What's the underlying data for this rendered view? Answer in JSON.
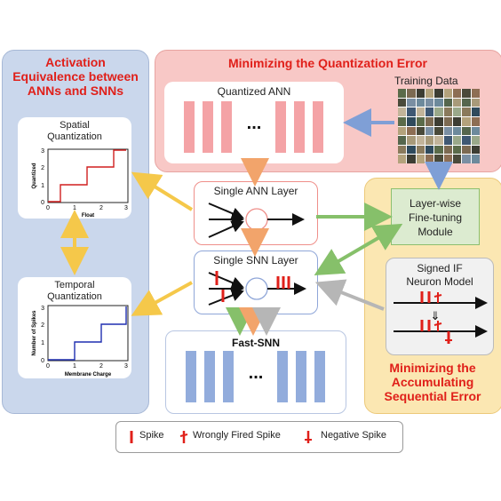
{
  "left_panel": {
    "title": "Activation Equivalence between ANNs and SNNs",
    "spatial": {
      "title_line1": "Spatial",
      "title_line2": "Quantization",
      "ylabel": "Quantized",
      "xlabel": "Float",
      "x_ticks": [
        "0",
        "1",
        "2",
        "3"
      ],
      "y_ticks": [
        "0",
        "1",
        "2",
        "3"
      ],
      "line_color": "#d01f1f"
    },
    "temporal": {
      "title_line1": "Temporal",
      "title_line2": "Quantization",
      "ylabel": "Number of Spikes",
      "xlabel": "Membrane Charge",
      "x_ticks": [
        "0",
        "1",
        "2",
        "3"
      ],
      "y_ticks": [
        "0",
        "1",
        "2",
        "3"
      ],
      "line_color": "#1f2fb0"
    }
  },
  "top_panel": {
    "title": "Minimizing the Quantization Error",
    "quantized_ann": "Quantized ANN",
    "ellipsis": "...",
    "training_data": "Training Data"
  },
  "center": {
    "ann_layer": "Single ANN Layer",
    "snn_layer": "Single SNN Layer",
    "fast_snn": "Fast-SNN",
    "ellipsis": "..."
  },
  "right_panel": {
    "finetune_line1": "Layer-wise",
    "finetune_line2": "Fine-tuning",
    "finetune_line3": "Module",
    "signed_if_line1": "Signed IF",
    "signed_if_line2": "Neuron Model",
    "title_line1": "Minimizing the",
    "title_line2": "Accumulating",
    "title_line3": "Sequential Error"
  },
  "legend": {
    "spike": "Spike",
    "wrong": "Wrongly Fired Spike",
    "negative": "Negative Spike"
  },
  "colors": {
    "ann_bar": "#f4a3a6",
    "snn_bar": "#92acdc",
    "spike": "#e0201a",
    "arrow_orange": "#f2a46b",
    "arrow_green": "#86c06a",
    "arrow_gray": "#b6b6b6",
    "arrow_blue": "#7f9fd6",
    "arrow_yellow": "#f5c84a"
  }
}
